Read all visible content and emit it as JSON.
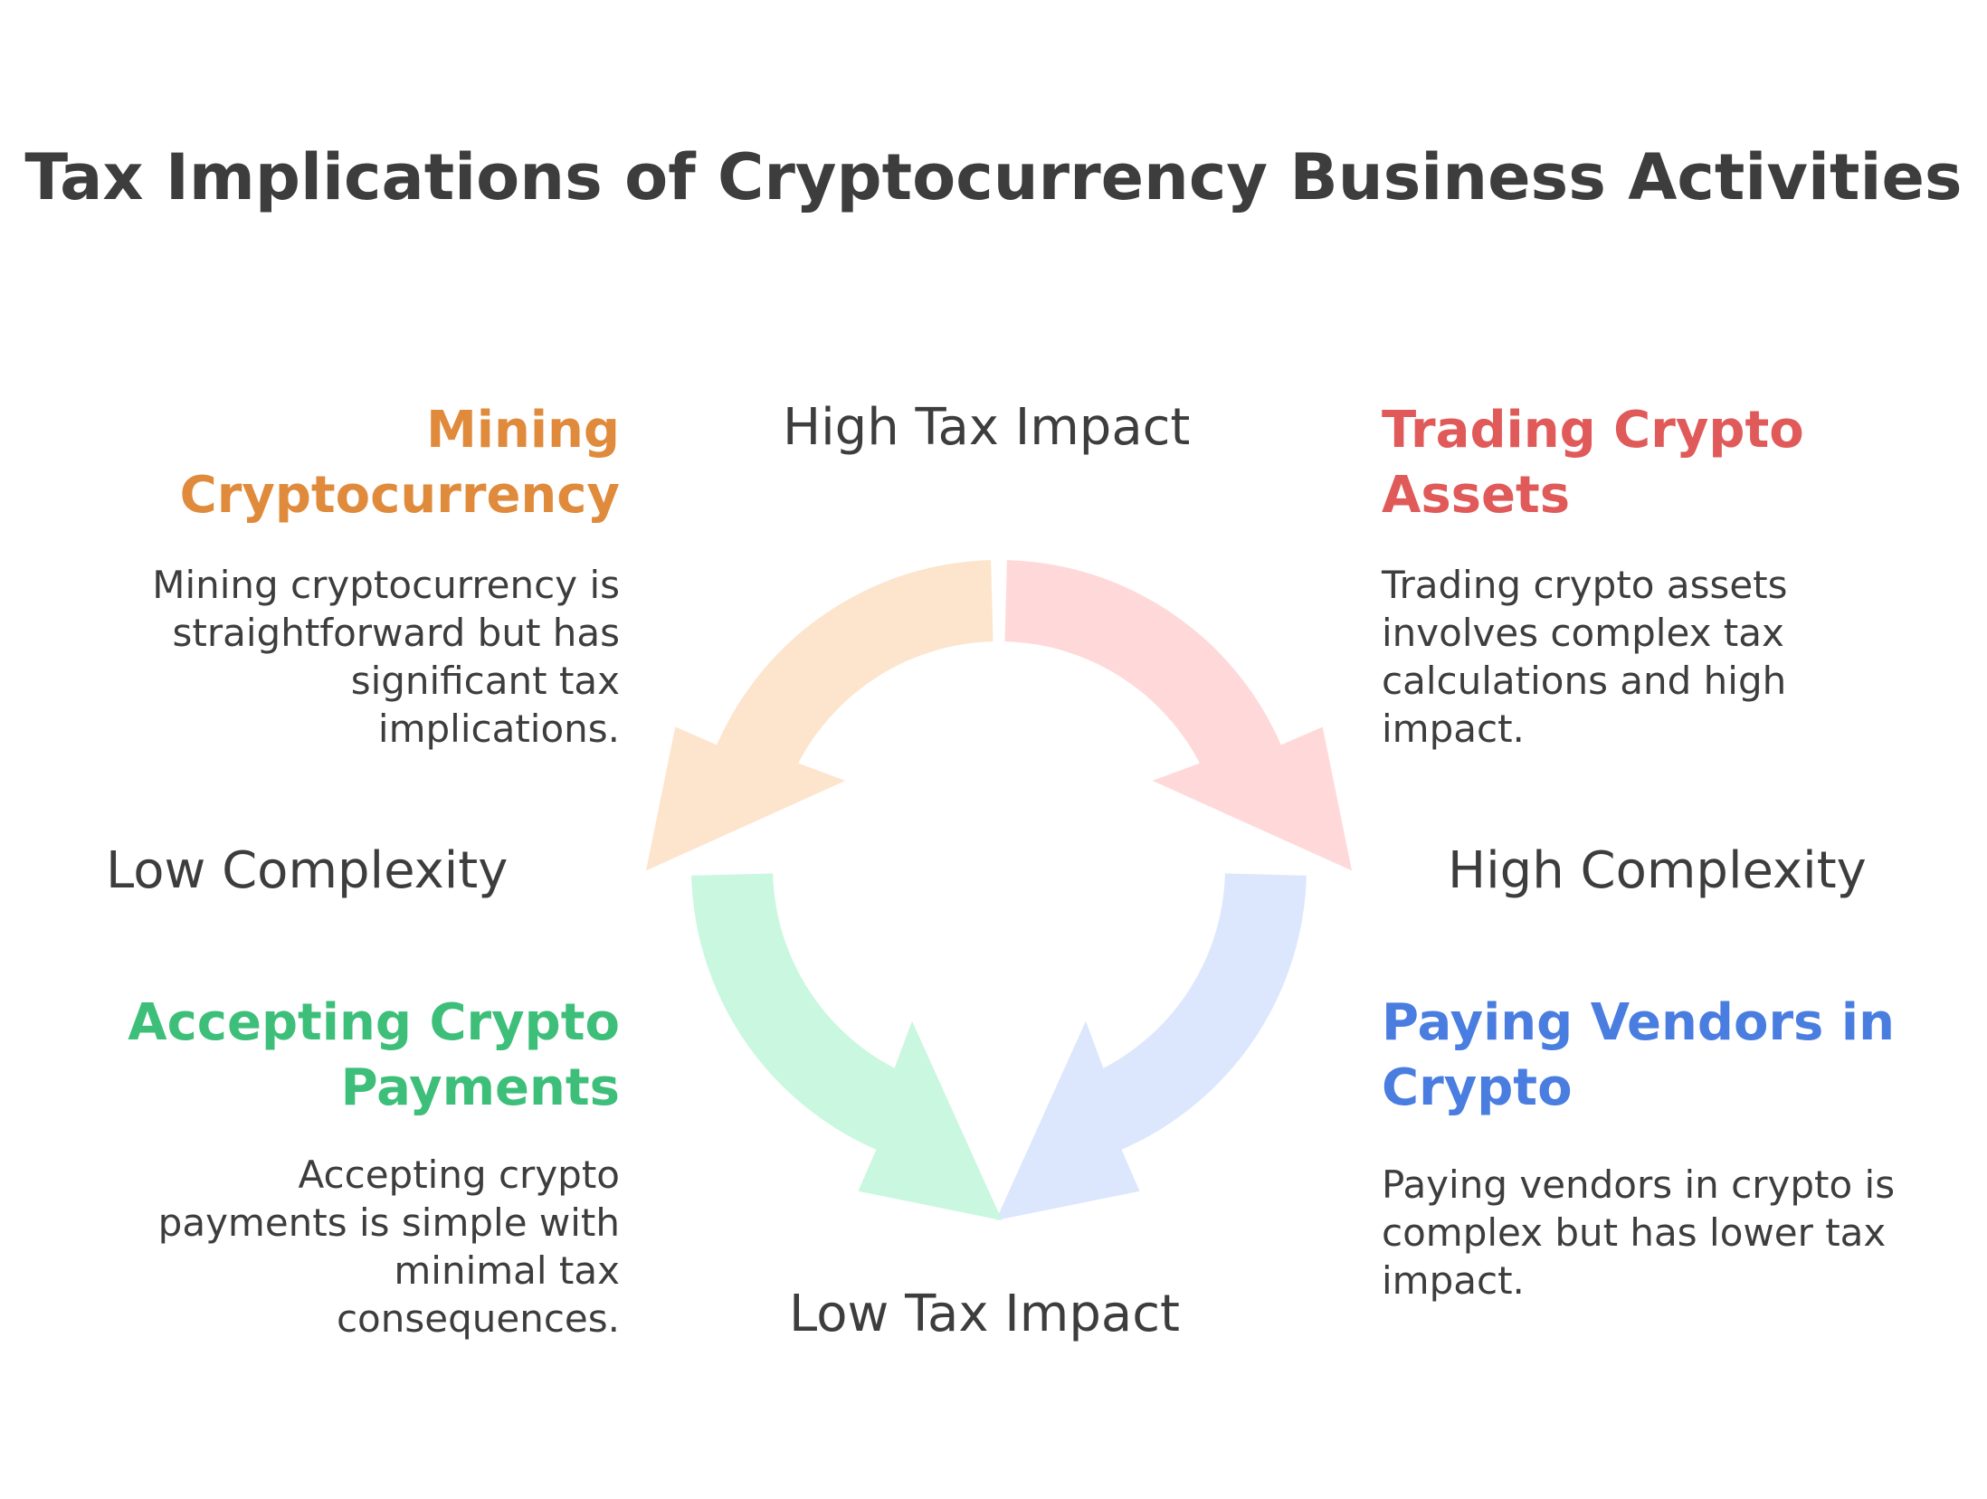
{
  "title": "Tax Implications of Cryptocurrency Business Activities",
  "axes": {
    "top": "High Tax Impact",
    "bottom": "Low Tax Impact",
    "left": "Low Complexity",
    "right": "High Complexity"
  },
  "quadrants": {
    "top_left": {
      "heading": "Mining Cryptocurrency",
      "description": "Mining cryptocurrency is straightforward but has significant tax implications.",
      "color": "#e08a3c",
      "fill": "#fde4cd"
    },
    "top_right": {
      "heading": "Trading Crypto Assets",
      "description": "Trading crypto assets involves complex tax calculations and high impact.",
      "color": "#e05a5a",
      "fill": "#ffd9d9"
    },
    "bottom_left": {
      "heading": "Accepting Crypto Payments",
      "description": "Accepting crypto payments is simple with minimal tax consequences.",
      "color": "#3dbf7a",
      "fill": "#c9f7df"
    },
    "bottom_right": {
      "heading": "Paying Vendors in Crypto",
      "description": "Paying vendors in crypto is complex but has lower tax impact.",
      "color": "#4a7de0",
      "fill": "#dce7fd"
    }
  }
}
